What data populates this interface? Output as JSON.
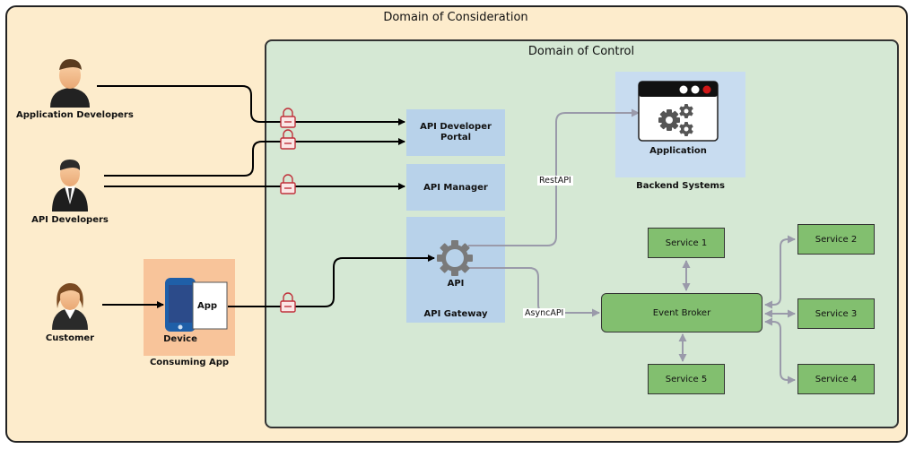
{
  "domains": {
    "consideration": "Domain of Consideration",
    "control": "Domain of Control"
  },
  "actors": {
    "app_developers": "Application Developers",
    "api_developers": "API Developers",
    "customer": "Customer"
  },
  "consuming": {
    "device": "Device",
    "app": "App",
    "caption": "Consuming App"
  },
  "api_components": {
    "portal": "API Developer\nPortal",
    "manager": "API Manager",
    "api": "API",
    "gateway": "API Gateway"
  },
  "backend": {
    "application": "Application",
    "caption": "Backend Systems"
  },
  "edges": {
    "rest": "RestAPI",
    "async": "AsyncAPI"
  },
  "event_broker": "Event Broker",
  "services": {
    "s1": "Service 1",
    "s2": "Service 2",
    "s3": "Service 3",
    "s4": "Service 4",
    "s5": "Service 5"
  },
  "colors": {
    "consideration_bg": "#fdeccc",
    "control_bg": "#d5e8d4",
    "api_box": "#b8d2ea",
    "backend_box": "#c8dcf0",
    "service_box": "#82bf6f",
    "consuming_bg": "#f8c49a",
    "lock": "#c0303a",
    "gray_connector": "#9a9aaa"
  }
}
